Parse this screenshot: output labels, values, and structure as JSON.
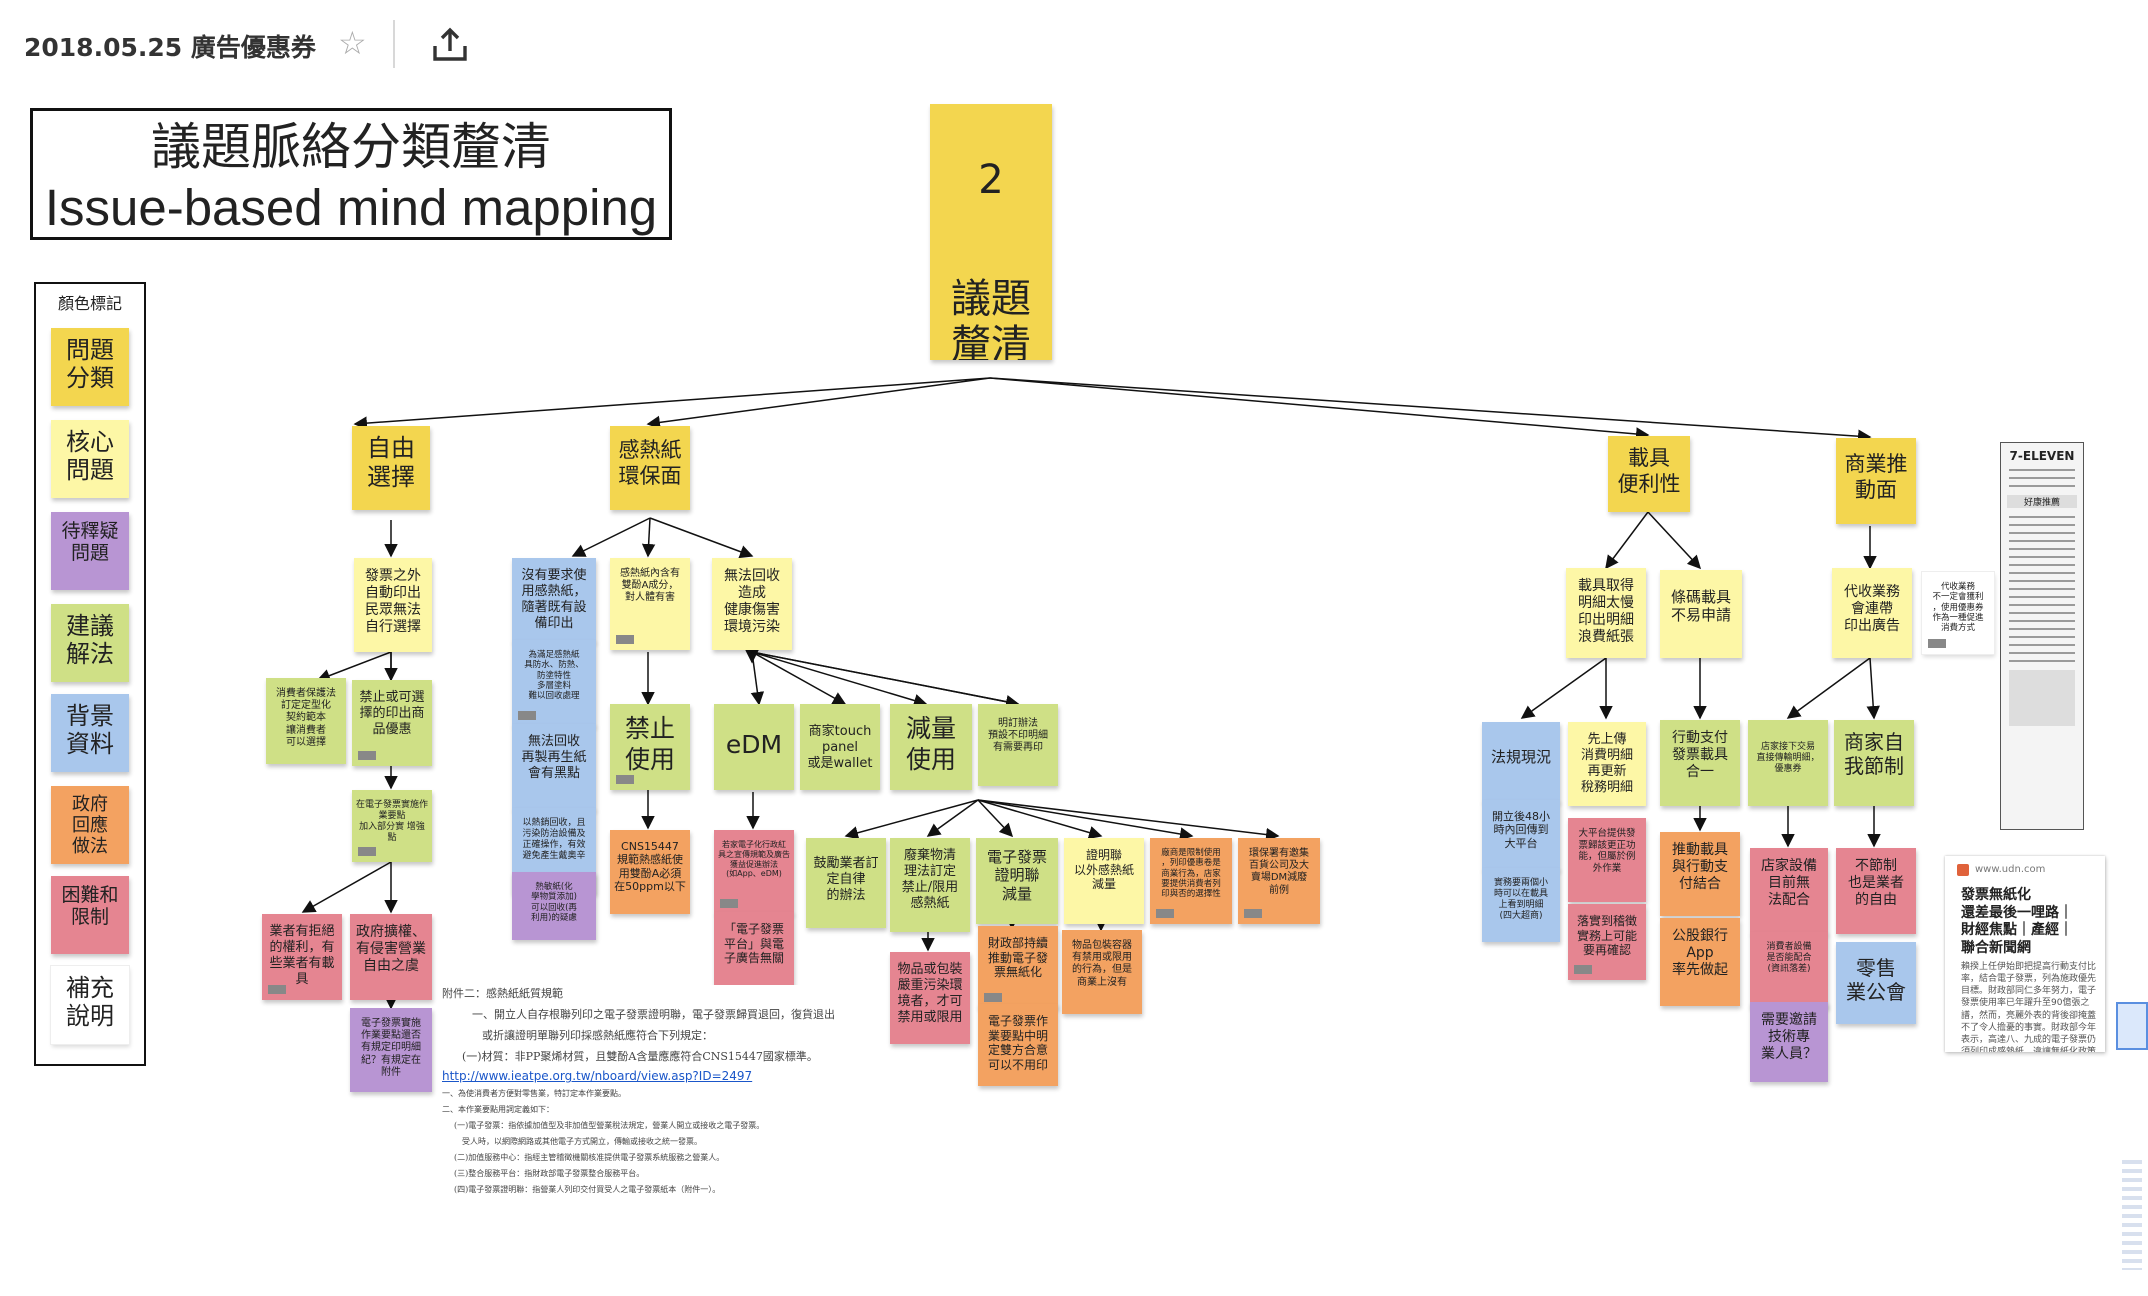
{
  "board": {
    "title": "2018.05.25 廣告優惠券",
    "star_icon": "star-outline",
    "share_icon": "share-upload"
  },
  "title_box": {
    "line1": "議題脈絡分類釐清",
    "line2": "Issue-based mind mapping"
  },
  "legend": {
    "title": "顏色標記",
    "items": [
      "問題\n分類",
      "核心\n問題",
      "待釋疑\n問題",
      "建議\n解法",
      "背景\n資料",
      "政府\n回應\n做法",
      "困難和\n限制",
      "補充\n說明"
    ]
  },
  "root": {
    "number": "2",
    "label": "議題\n釐清"
  },
  "categories": [
    "自由\n選擇",
    "感熱紙\n環保面",
    "載具\n便利性",
    "商業推\n動面"
  ],
  "notes": {
    "free_1": "發票之外\n自動印出\n民眾無法\n自行選擇",
    "free_2": "消費者保護法\n訂定定型化\n契約範本\n讓消費者\n可以選擇",
    "free_3": "禁止或可選\n擇的印出商\n品優惠",
    "free_4": "在電子發票實施作\n業要點\n加入部分實 增強點",
    "free_5": "業者有拒絕\n的權利，有\n些業者有載\n具",
    "free_6": "政府擴權、\n有侵害營業\n自由之虞",
    "free_7": "電子發票實施\n作業要點還否\n有規定印明細\n紀？有規定在\n附件",
    "th_1": "沒有要求使\n用感熱紙，\n隨著既有設\n備印出",
    "th_2": "為滿足感熱紙\n具防水、防熱、\n防塗特性\n多層塗料\n難以回收處理",
    "th_3": "無法回收\n再製再生紙\n會有黑點",
    "th_4": "以熱銷回收，且\n污染防治設備及\n正確操作，有效\n避免產生戴奧辛",
    "th_5": "熱敏紙(化\n學物質添加)\n可以回收(再\n利用)的疑慮",
    "th_6": "感熱紙內含有\n雙酚A成分，\n對人體有害",
    "th_7": "無法回收\n造成\n健康傷害\n環境污染",
    "th_8": "禁止\n使用",
    "th_9": "CNS15447\n規範熱感紙使\n用雙酚A必須\n在50ppm以下",
    "th_10": "eDM",
    "th_11": "商家touch\npanel\n或是wallet",
    "th_12": "減量\n使用",
    "th_13": "明訂辦法\n預設不印明細\n有需要再印",
    "th_14": "若家電子化行政紅\n具之宣傳規範及廣告\n獲益促進辦法\n(如App、eDM)",
    "th_15": "「電子發票\n平台」與電\n子廣告無關",
    "th_16": "鼓勵業者訂\n定自律\n的辦法",
    "th_17": "廢棄物清\n理法訂定\n禁止/限用\n感熱紙",
    "th_18": "物品或包裝\n嚴重污染環\n境者，才可\n禁用或限用",
    "th_19": "電子發票\n證明聯\n減量",
    "th_20": "財政部持續\n推動電子發\n票無紙化",
    "th_21": "電子發票作\n業要點中明\n定雙方合意\n可以不用印",
    "th_22": "證明聯\n以外感熱紙\n減量",
    "th_23": "物品包裝容器\n有禁用或限用\n的行為，但是\n商業上沒有",
    "th_24": "廠商是限制使用\n，列印優惠卷是\n商業行為，店家\n要提供消費者列\n印與否的選擇性",
    "th_25": "環保署有邀集\n百貨公司及大\n賣場DM減廢\n前例",
    "ca_1": "載具取得\n明細太慢\n印出明細\n浪費紙張",
    "ca_2": "條碼載具\n不易申請",
    "ca_3": "法規現況",
    "ca_4": "開立後48小\n時內回傳到\n大平台",
    "ca_5": "實務要兩個小\n時可以在載具\n上看到明細\n(四大超商)",
    "ca_6": "先上傳\n消費明細\n再更新\n稅務明細",
    "ca_7": "大平台提供發\n票歸該更正功\n能，但屬於例\n外作業",
    "ca_8": "落實到稽徵\n實務上可能\n要再確認",
    "ca_9": "行動支付\n發票載具\n合一",
    "ca_10": "推動載具\n與行動支\n付結合",
    "ca_11": "公股銀行\nApp\n率先做起",
    "bz_1": "代收業務\n會連帶\n印出廣告",
    "bz_2": "代收業務\n不一定會獲利\n，使用優惠券\n作為一種促進\n消費方式",
    "bz_3": "店家接下交易\n直接傳輸明細，\n優惠券",
    "bz_4": "商家自\n我節制",
    "bz_5": "店家設備\n目前無\n法配合",
    "bz_6": "消費者設備\n是否能配合\n(資訊落差)",
    "bz_7": "需要邀請\n技術專\n業人員？",
    "bz_8": "不節制\n也是業者\n的自由",
    "bz_9": "零售\n業公會"
  },
  "document": {
    "line1": "附件二：感熱紙紙質規範",
    "line2": "一、開立人自存根聯列印之電子發票證明聯，電子發票歸買退回，復貨退出",
    "line3": "或折讓證明單聯列印採感熱紙應符合下列規定：",
    "line4": "(一)材質：非PP聚烯材質，且雙酚A含量應應符合CNS15447國家標準。",
    "link": "http://www.ieatpe.org.tw/nboard/view.asp?ID=2497",
    "line5": "一、為使消費者方便對零售業，特訂定本作業要點。",
    "line6": "二、本作業要點用詞定義如下：",
    "line7": "(一)電子發票：指依據加值型及非加值型營業稅法規定，營業人開立或接收之電子發票。",
    "line8": "受人時，以網際網路或其他電子方式開立，傳輸或接收之統一發票。",
    "line9": "(二)加值服務中心：指經主管稽徵機關核准提供電子發票系統服務之營業人。",
    "line10": "(三)整合服務平台：指財政部電子發票整合服務平台。",
    "line11": "(四)電子發票證明聯：指營業人列印交付買受人之電子發票紙本（附件一）。"
  },
  "receipt": {
    "brand": "7-ELEVEN",
    "promo": "好康推薦"
  },
  "news": {
    "source": "www.udn.com",
    "headline": "發票無紙化\n還差最後一哩路｜\n財經焦點｜產經｜\n聯合新聞網",
    "body": "賴揆上任伊始即把提高行動支付比率，結合電子發票，列為施政優先目標。財政部同仁多年努力，電子發票使用率已年躍升至90億張之譜，然而，亮麗外表的背後卻掩蓋不了令人擔憂的事實。財政部今年表示，高達八、九成的電子發票仍須列印成感熱紙，違讓無紙化政策落空。"
  },
  "colors": {
    "yellow": "#f3d64f",
    "light_yellow": "#fdf7a6",
    "green": "#cfe086",
    "blue": "#a9c7ec",
    "purple": "#b895d3",
    "red": "#e58591",
    "orange": "#f3a261"
  }
}
